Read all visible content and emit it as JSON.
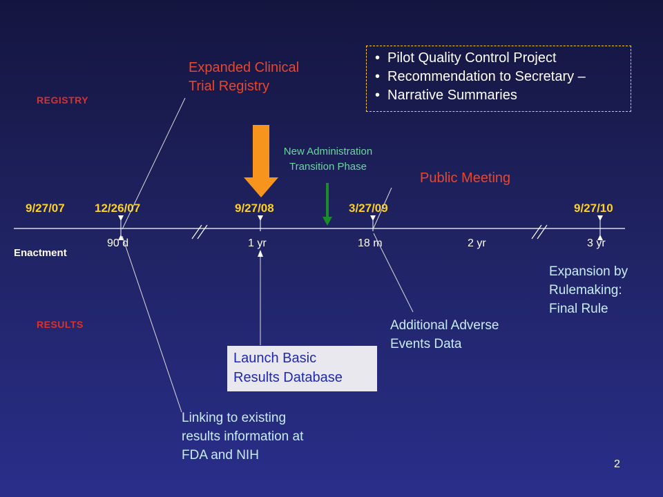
{
  "labels": {
    "registry": "REGISTRY",
    "results": "RESULTS",
    "enactment": "Enactment"
  },
  "dates": [
    "9/27/07",
    "12/26/07",
    "9/27/08",
    "3/27/09",
    "9/27/10"
  ],
  "ticks": [
    "90 d",
    "1 yr",
    "18 m",
    "2 yr",
    "3 yr"
  ],
  "events": {
    "expanded_registry": [
      "Expanded Clinical",
      "Trial Registry"
    ],
    "transition": [
      "New Administration",
      "Transition Phase"
    ],
    "public_meeting": "Public Meeting",
    "launch_results": [
      "Launch Basic",
      "Results Database"
    ],
    "adverse_events": [
      "Additional Adverse",
      "Events Data"
    ],
    "rulemaking": [
      "Expansion by",
      "Rulemaking:",
      "Final Rule"
    ],
    "linking": [
      "Linking to existing",
      "results information at",
      "FDA and NIH"
    ]
  },
  "note_box": {
    "items": [
      "Pilot Quality Control Project",
      "Recommendation to Secretary –",
      "Narrative Summaries"
    ]
  },
  "page_number": "2",
  "colors": {
    "date": "#ffd21f",
    "event_red": "#e8472f",
    "event_cyan": "#c8ecff",
    "transition_green": "#6fd4a3",
    "orange_arrow": "#f7941d",
    "green_arrow": "#1a8c2a"
  }
}
